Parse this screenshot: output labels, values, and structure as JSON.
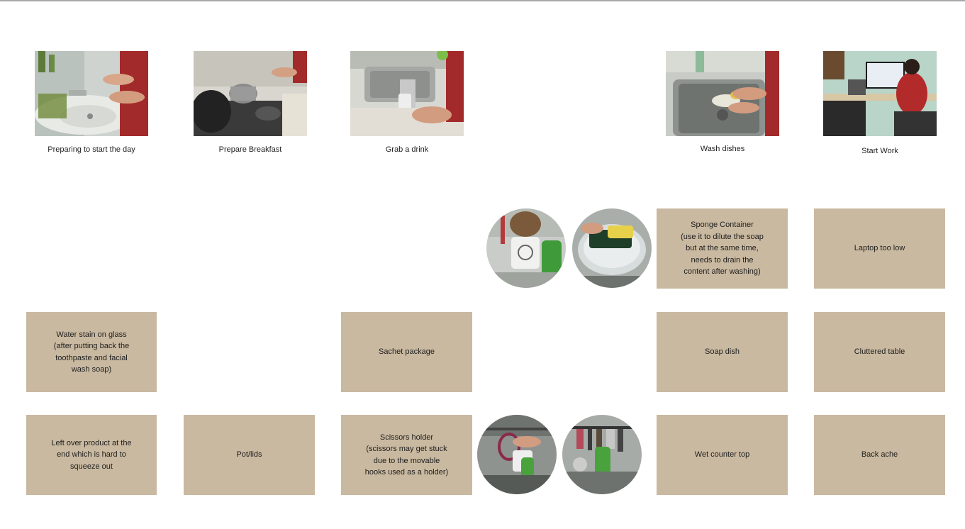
{
  "steps": [
    {
      "caption": "Preparing to start the day",
      "image": "photo-bathroom-sink"
    },
    {
      "caption": "Prepare Breakfast",
      "image": "photo-stove-cooking"
    },
    {
      "caption": "Grab a drink",
      "image": "photo-kitchen-faucet"
    },
    {
      "caption": "Wash dishes",
      "image": "photo-washing-dishes"
    },
    {
      "caption": "Start Work",
      "image": "photo-desk-computer"
    }
  ],
  "pain_points": {
    "sponge_container": "Sponge Container\n(use it to dilute the soap\nbut at the same time,\nneeds to drain the\ncontent after washing)",
    "laptop_low": "Laptop too low",
    "water_stain": "Water stain on glass\n(after putting back the\ntoothpaste and facial\nwash soap)",
    "sachet": "Sachet package",
    "soap_dish": "Soap dish",
    "cluttered_table": "Cluttered table",
    "leftover_product": "Left over product at the\nend which is hard to\nsqueeze out",
    "pot_lids": "Pot/lids",
    "scissors_holder": "Scissors holder\n(scissors may get stuck\ndue to the movable\nhooks used as a holder)",
    "wet_counter": "Wet counter top",
    "back_ache": "Back ache"
  },
  "detail_photos": [
    "photo-brush-holder",
    "photo-sponge-bowl",
    "photo-scissors-hook",
    "photo-hanging-tools"
  ],
  "colors": {
    "note_bg": "#c9b9a0",
    "top_border": "#a8a8a8"
  }
}
